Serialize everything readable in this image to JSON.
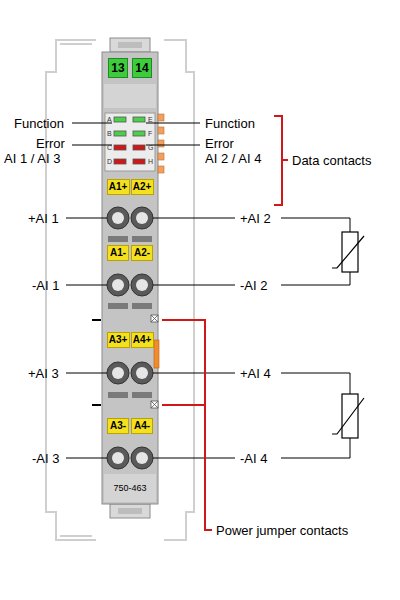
{
  "diagram": {
    "nodes": [
      {
        "text": [
          "13"
        ]
      },
      {
        "text": [
          "14"
        ]
      },
      {
        "text": [
          "A1+"
        ]
      },
      {
        "text": [
          "A2+"
        ]
      },
      {
        "text": [
          "A1-"
        ]
      },
      {
        "text": [
          "A2-"
        ]
      },
      {
        "text": [
          "A3+"
        ]
      },
      {
        "text": [
          "A4+"
        ]
      },
      {
        "text": [
          "A3-"
        ]
      },
      {
        "text": [
          "A4-"
        ]
      }
    ],
    "labels": [
      "Function",
      "Error",
      "AI 1 / AI 3",
      "Function",
      "Error",
      "AI 2 / AI 4",
      "Data contacts",
      "+AI 1",
      "+AI 2",
      "-AI 1",
      "-AI 2",
      "+AI 3",
      "+AI 4",
      "-AI 3",
      "-AI 4",
      "Power jumper contacts",
      "750-463",
      "A",
      "B",
      "C",
      "D",
      "E",
      "F",
      "G",
      "H"
    ]
  }
}
